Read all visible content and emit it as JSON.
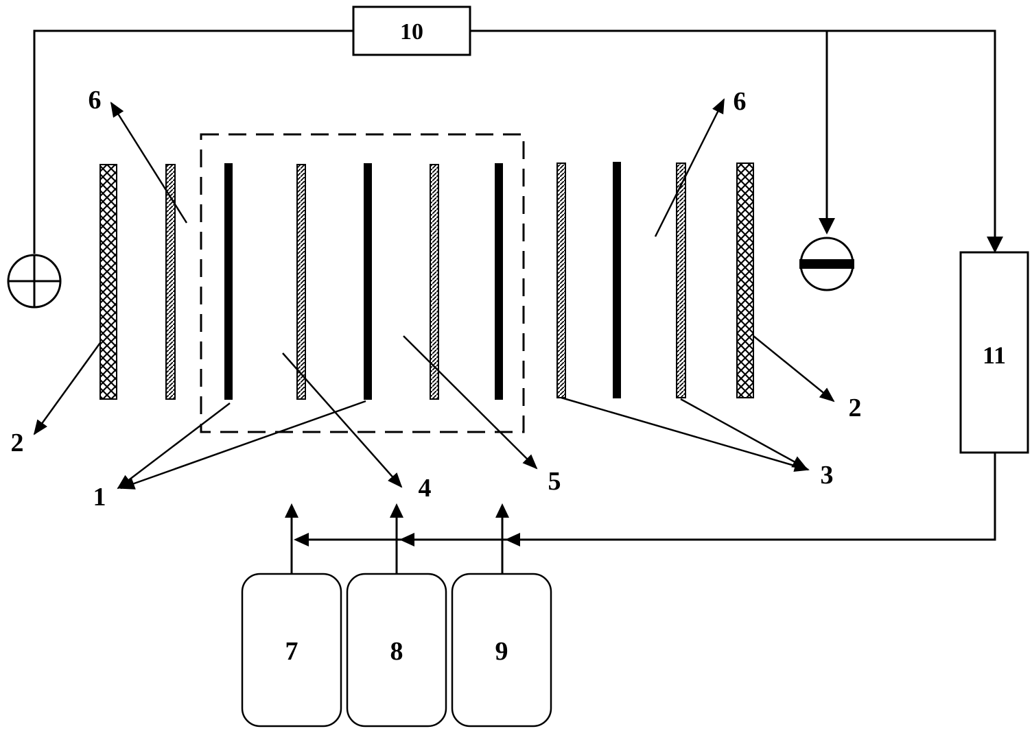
{
  "labels": {
    "n1": "1",
    "n2_left": "2",
    "n2_right": "2",
    "n3": "3",
    "n4": "4",
    "n5": "5",
    "n6_left": "6",
    "n6_right": "6",
    "n7": "7",
    "n8": "8",
    "n9": "9",
    "n10": "10",
    "n11": "11"
  },
  "icons": {
    "anode": "plus-circle-icon",
    "cathode": "minus-circle-icon"
  },
  "colors": {
    "line": "#000000",
    "background": "#ffffff"
  }
}
